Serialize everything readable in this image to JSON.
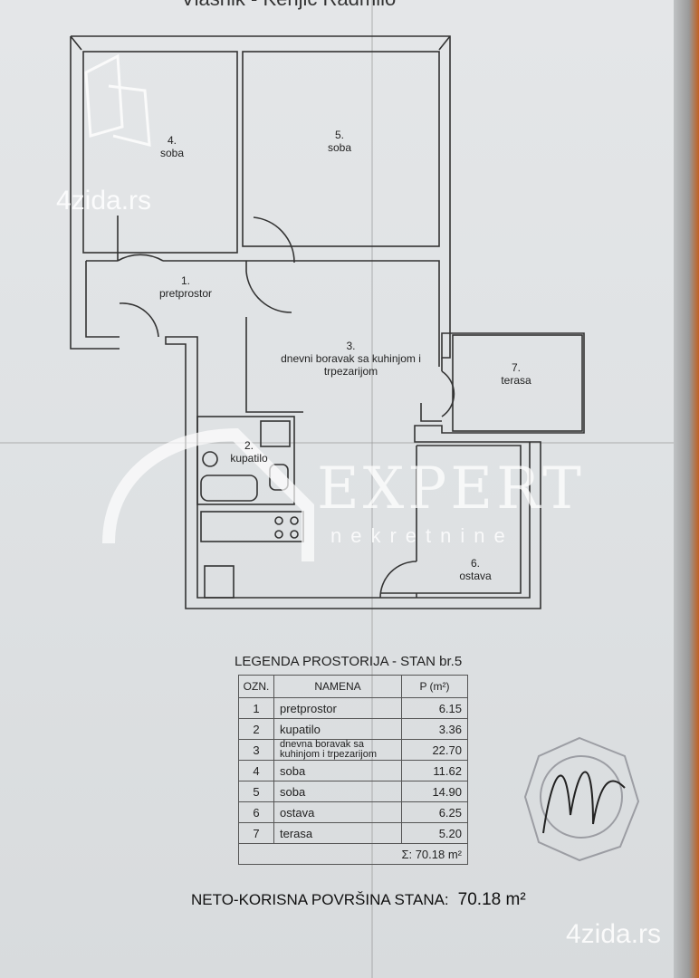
{
  "header": {
    "owner_text": "Vlasnik - Kenjic Radmilo"
  },
  "rooms": [
    {
      "num": "1.",
      "name": "pretprostor"
    },
    {
      "num": "2.",
      "name": "kupatilo"
    },
    {
      "num": "3.",
      "name": "dnevni boravak sa kuhinjom i trpezarijom"
    },
    {
      "num": "4.",
      "name": "soba"
    },
    {
      "num": "5.",
      "name": "soba"
    },
    {
      "num": "6.",
      "name": "ostava"
    },
    {
      "num": "7.",
      "name": "terasa"
    }
  ],
  "legend": {
    "title": "LEGENDA PROSTORIJA - STAN br.5",
    "headers": [
      "OZN.",
      "NAMENA",
      "P (m²)"
    ],
    "rows": [
      {
        "n": "1",
        "name": "pretprostor",
        "area": "6.15"
      },
      {
        "n": "2",
        "name": "kupatilo",
        "area": "3.36"
      },
      {
        "n": "3",
        "name": "dnevna boravak sa kuhinjom i trpezarijom",
        "area": "22.70"
      },
      {
        "n": "4",
        "name": "soba",
        "area": "11.62"
      },
      {
        "n": "5",
        "name": "soba",
        "area": "14.90"
      },
      {
        "n": "6",
        "name": "ostava",
        "area": "6.25"
      },
      {
        "n": "7",
        "name": "terasa",
        "area": "5.20"
      }
    ],
    "sum": "Σ: 70.18 m²"
  },
  "total": {
    "label": "NETO-KORISNA POVRŠINA STANA:",
    "value": "70.18 m²"
  },
  "watermarks": {
    "site": "4zida.rs",
    "brand": "EXPERT",
    "brand_sub": "nekretnine"
  }
}
